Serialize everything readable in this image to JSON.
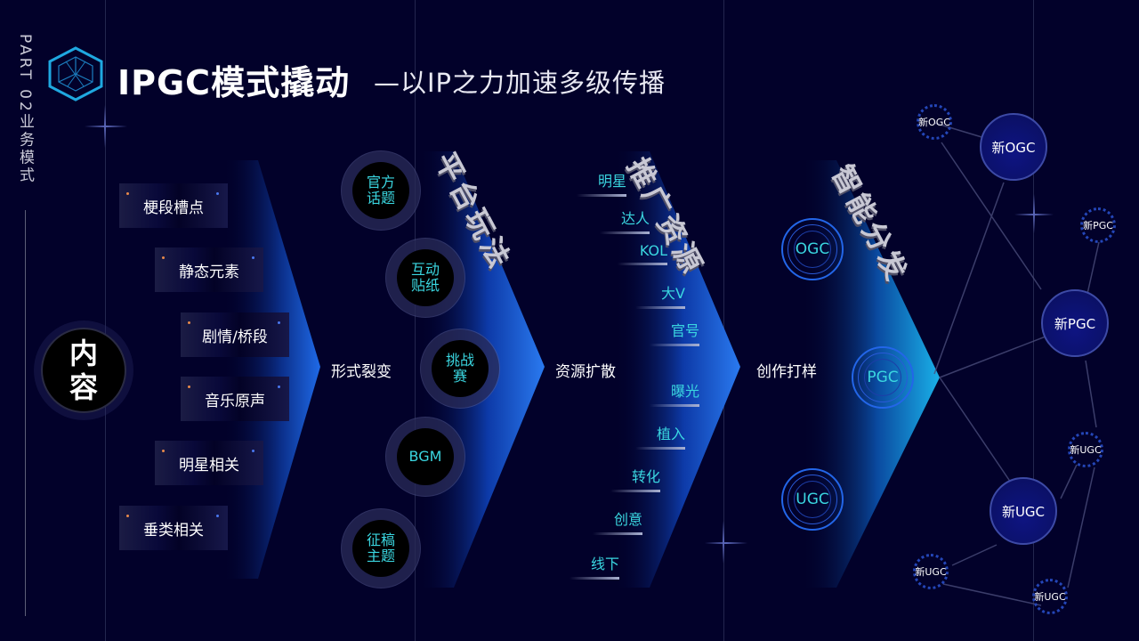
{
  "sidebar": {
    "part_label": "PART 02业务模式"
  },
  "header": {
    "title": "IPGC模式撬动",
    "subtitle": "—以IP之力加速多级传播",
    "logo_icon": "hexagon-cube-icon"
  },
  "colors": {
    "background": "#02012a",
    "accent_cyan": "#3ad6e0",
    "accent_blue": "#2366e8",
    "arrow_blue": "#1f6ae8"
  },
  "stages": {
    "core": {
      "label_line1": "内",
      "label_line2": "容"
    },
    "content_items": [
      "梗段槽点",
      "静态元素",
      "剧情/桥段",
      "音乐原声",
      "明星相关",
      "垂类相关"
    ],
    "stage1": {
      "label": "形式裂变",
      "banner": "平台玩法"
    },
    "platform_items": [
      {
        "line1": "官方",
        "line2": "话题"
      },
      {
        "line1": "互动",
        "line2": "贴纸"
      },
      {
        "line1": "挑战",
        "line2": "赛"
      },
      {
        "line1": "BGM",
        "line2": ""
      },
      {
        "line1": "征稿",
        "line2": "主题"
      }
    ],
    "stage2": {
      "label": "资源扩散",
      "banner": "推广资源"
    },
    "resource_items": [
      "明星",
      "达人",
      "KOL",
      "大V",
      "官号",
      "曝光",
      "植入",
      "转化",
      "创意",
      "线下"
    ],
    "stage3": {
      "label": "创作打样",
      "banner": "智能分发"
    },
    "creation_items": [
      "OGC",
      "PGC",
      "UGC"
    ],
    "network": {
      "big_nodes": [
        "新OGC",
        "新PGC",
        "新UGC"
      ],
      "small_nodes": [
        "新OGC",
        "新PGC",
        "新UGC",
        "新UGC",
        "新UGC"
      ]
    }
  }
}
